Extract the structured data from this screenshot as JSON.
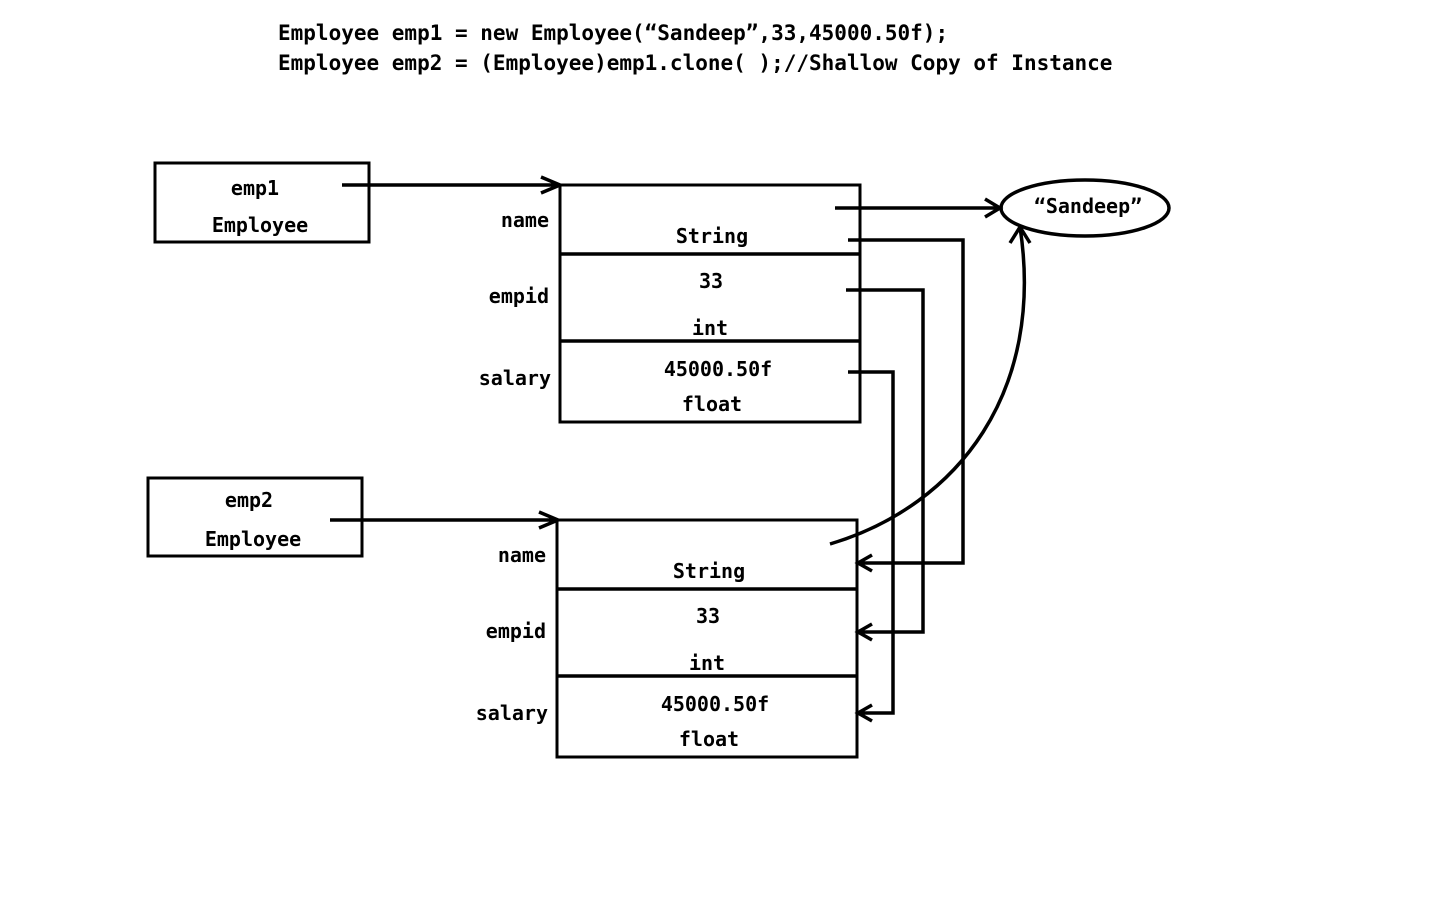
{
  "code": {
    "line1": "Employee emp1 = new Employee(“Sandeep”,33,45000.50f);",
    "line2": "Employee emp2 = (Employee)emp1.clone( );//Shallow Copy of Instance"
  },
  "ref1": {
    "name": "emp1",
    "type": "Employee"
  },
  "ref2": {
    "name": "emp2",
    "type": "Employee"
  },
  "obj1": {
    "name": {
      "label": "name",
      "type": "String"
    },
    "empid": {
      "label": "empid",
      "value": "33",
      "type": "int"
    },
    "salary": {
      "label": "salary",
      "value": "45000.50f",
      "type": "float"
    }
  },
  "obj2": {
    "name": {
      "label": "name",
      "type": "String"
    },
    "empid": {
      "label": "empid",
      "value": "33",
      "type": "int"
    },
    "salary": {
      "label": "salary",
      "value": "45000.50f",
      "type": "float"
    }
  },
  "string_literal": "“Sandeep”"
}
